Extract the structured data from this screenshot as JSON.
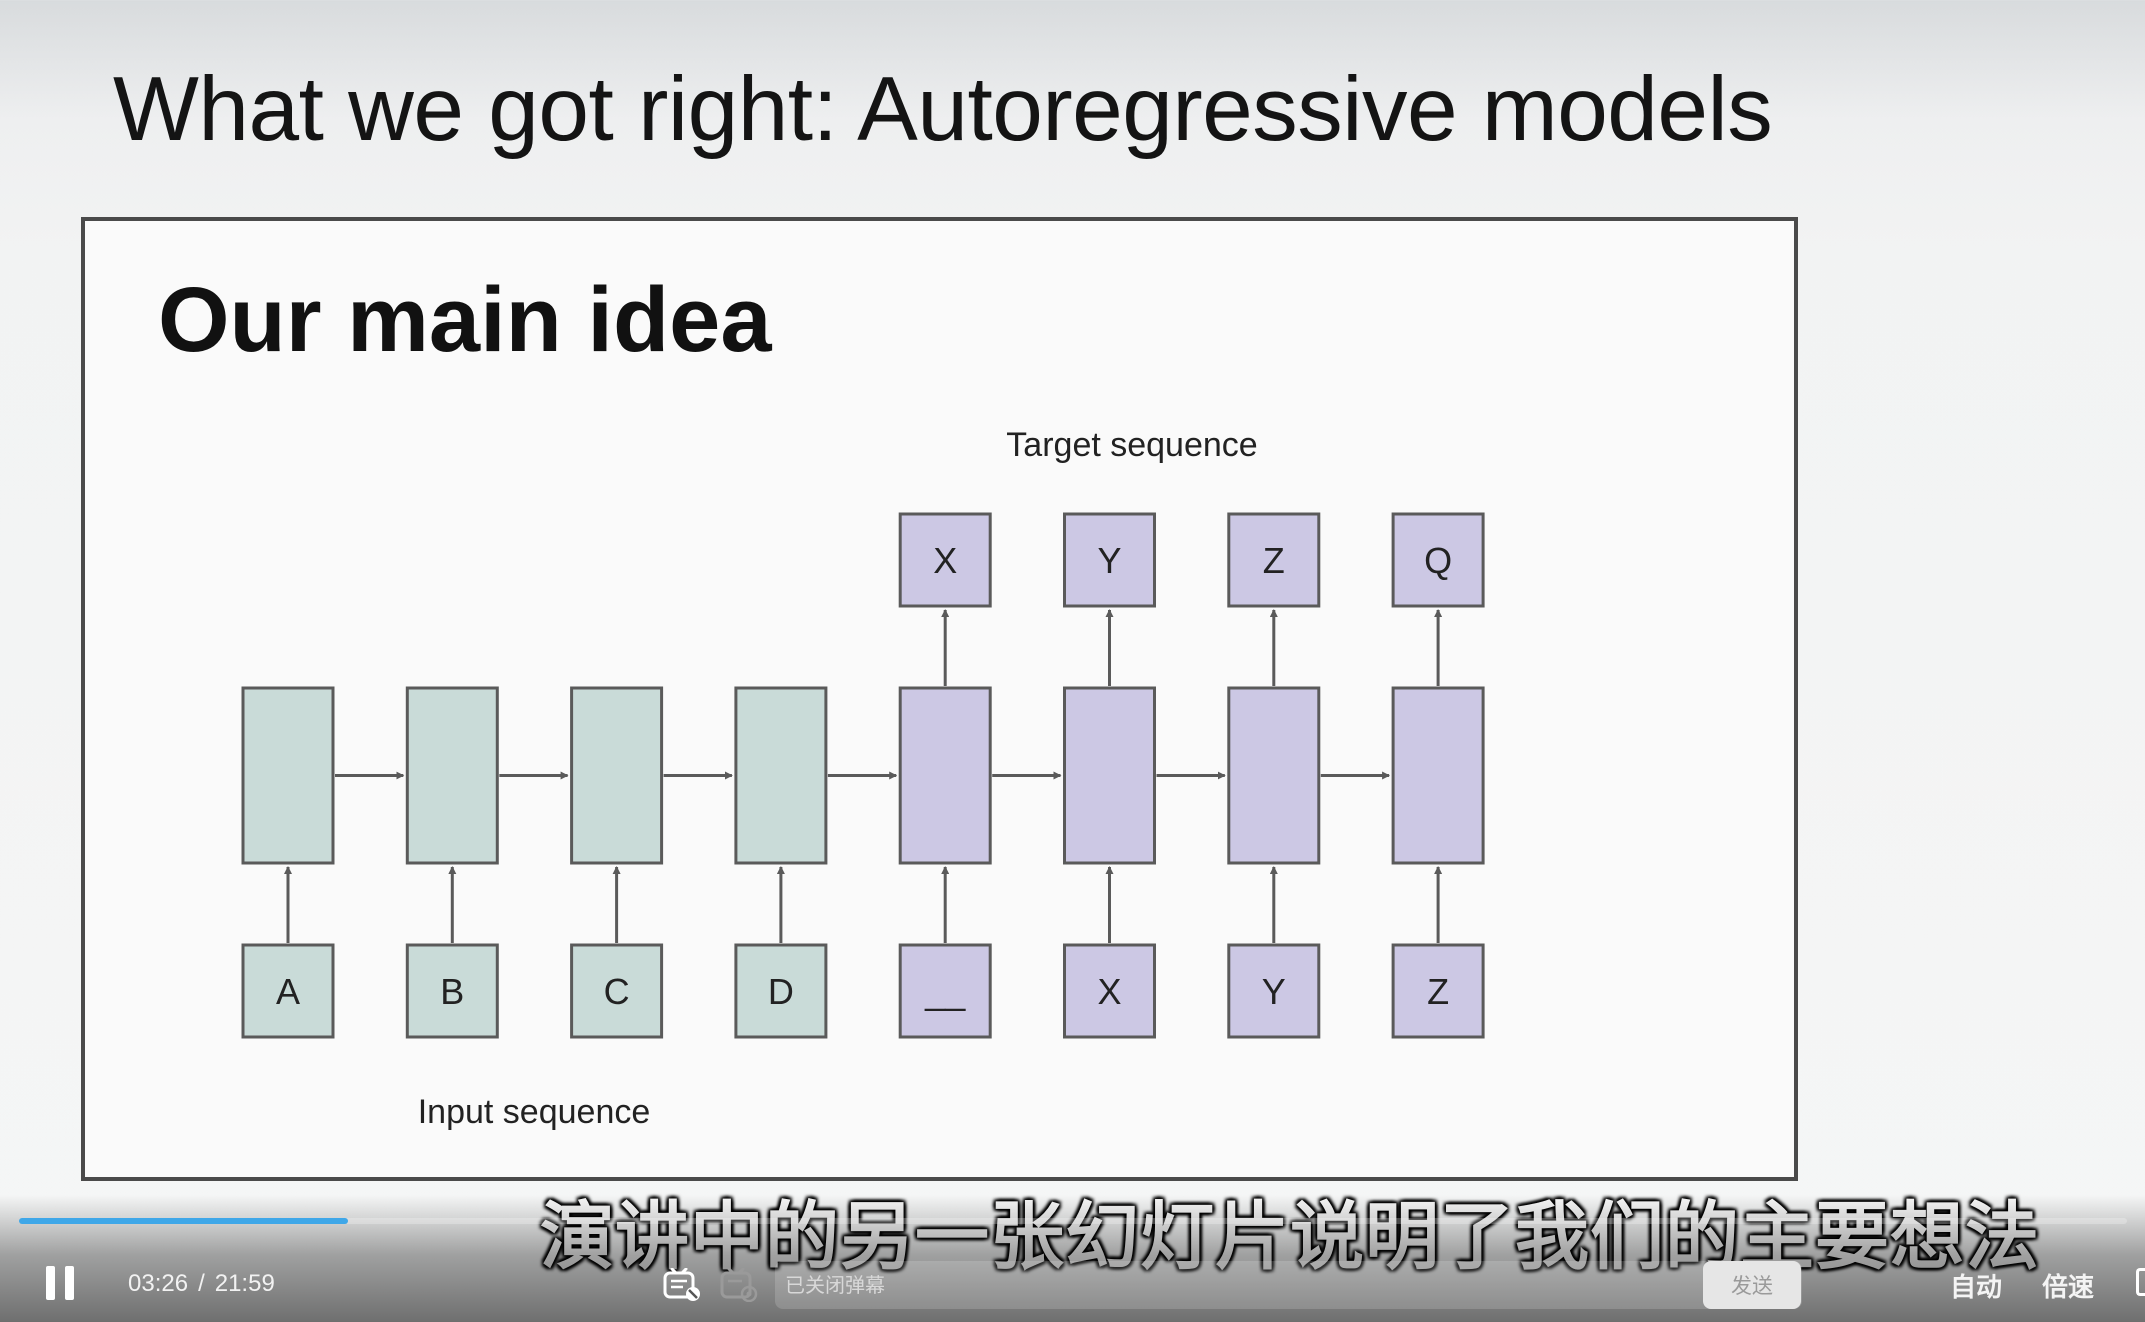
{
  "slide": {
    "heading": "What we got right:  Autoregressive models",
    "inner_title": "Our main idea",
    "diagram": {
      "target_label": "Target sequence",
      "input_label": "Input sequence",
      "encoder_inputs": [
        "A",
        "B",
        "C",
        "D"
      ],
      "decoder_inputs": [
        "__",
        "X",
        "Y",
        "Z"
      ],
      "decoder_outputs": [
        "X",
        "Y",
        "Z",
        "Q"
      ],
      "colors": {
        "encoder": "#c9dbd8",
        "decoder": "#ccc8e4",
        "stroke": "#5a5a5a"
      }
    }
  },
  "subtitle": "演讲中的另一张幻灯片说明了我们的主要想法",
  "player": {
    "current_time": "03:26",
    "separator": "/",
    "duration": "21:59",
    "progress_fraction": 0.1563,
    "danmaku_placeholder": "已关闭弹幕",
    "send_label": "发送",
    "auto_label": "自动",
    "speed_label": "倍速",
    "accent_color": "#3fa7e8",
    "icons": [
      "pause-icon",
      "danmaku-toggle-icon",
      "danmaku-settings-icon"
    ]
  }
}
